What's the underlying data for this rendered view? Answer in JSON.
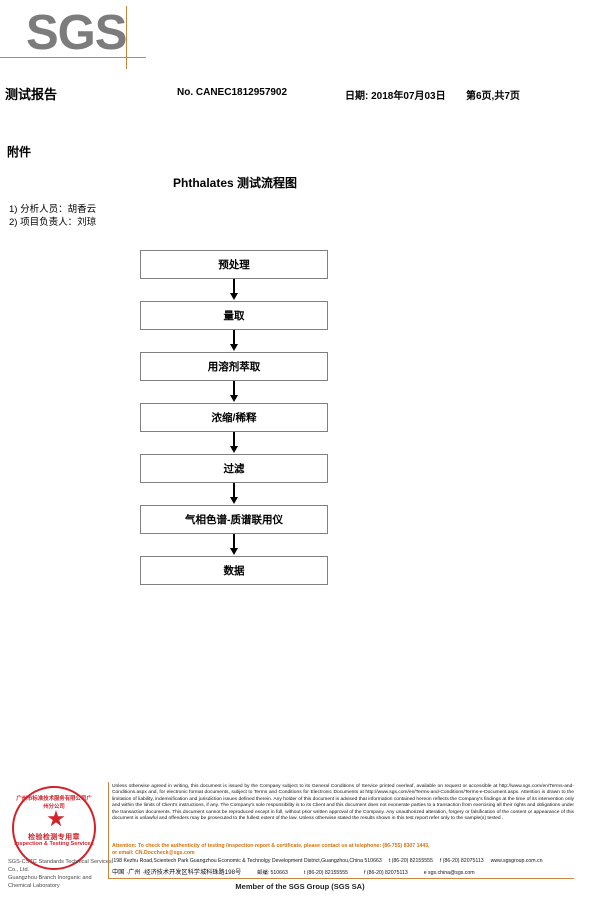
{
  "header": {
    "logo_text": "SGS",
    "report_title": "测试报告",
    "report_no": "No. CANEC1812957902",
    "date": "日期: 2018年07月03日",
    "page": "第6页,共7页"
  },
  "attachment": {
    "label": "附件",
    "flow_title": "Phthalates 测试流程图",
    "notes": [
      "1)  分析人员：胡香云",
      "2)  项目负责人：刘琼"
    ]
  },
  "flowchart": {
    "steps": [
      "预处理",
      "量取",
      "用溶剂萃取",
      "浓缩/稀释",
      "过滤",
      "气相色谱-质谱联用仪",
      "数据"
    ]
  },
  "stamp": {
    "arc_top": "广州市标准技术服务有限公司广州分公司",
    "star": "★",
    "cn_label": "检验检测专用章",
    "en_label": "Inspection & Testing Services",
    "lab_line1": "SGS-CSTC Standards Technical Services Co., Ltd.",
    "lab_line2": "Guangzhou Branch Inorganic and Chemical Laboratory"
  },
  "footer": {
    "legal": "Unless otherwise agreed in writing, this document is issued by the Company subject to its General Conditions of Service printed overleaf, available on request or accessible at http://www.sgs.com/en/Terms-and-Conditions.aspx and, for electronic format documents, subject to Terms and Conditions for Electronic Documents at http://www.sgs.com/en/Terms-and-Conditions/Terms-e-Document.aspx. Attention is drawn to the limitation of liability, indemnification and jurisdiction issues defined therein. Any holder of this document is advised that information contained hereon reflects the Company's findings at the time of its intervention only and within the limits of Client's instructions, if any. The Company's sole responsibility is to its Client and this document does not exonerate parties to a transaction from exercising all their rights and obligations under the transaction documents. This document cannot be reproduced except in full, without prior written approval of the Company. Any unauthorized alteration, forgery or falsification of the content or appearance of this document is unlawful and offenders may be prosecuted to the fullest extent of the law. Unless otherwise stated the results shown in this test report refer only to the sample(s) tested .",
    "attention_line1": "Attention: To check the authenticity of testing /inspection report & certificate, please contact us at telephone: (86-755) 8307 1443,",
    "attention_line2": "or email: CN.Doccheck@sgs.com",
    "address_en": "|198 Kezhu Road,Scientech Park Guangzhou Economic & Technolgy Development District,Guangzhou,China  510663",
    "address_en_tel": "t (86-20) 82155555",
    "address_en_fax": "f (86-20) 82075113",
    "address_en_web": "www.sgsgroup.com.cn",
    "address_cn": "中国 ·广州 ·经济技术开发区科学城科珠路198号",
    "address_cn_zip": "邮编: 510663",
    "address_cn_tel": "t (86-20) 82155555",
    "address_cn_fax": "f (86-20) 82075113",
    "address_cn_email": "e sgs.china@sgs.com",
    "member": "Member of the SGS Group (SGS SA)"
  },
  "colors": {
    "accent_orange": "#c8873f",
    "attention_orange": "#d4730f",
    "stamp_red": "#d2222a",
    "logo_gray": "#7c7c7c"
  }
}
